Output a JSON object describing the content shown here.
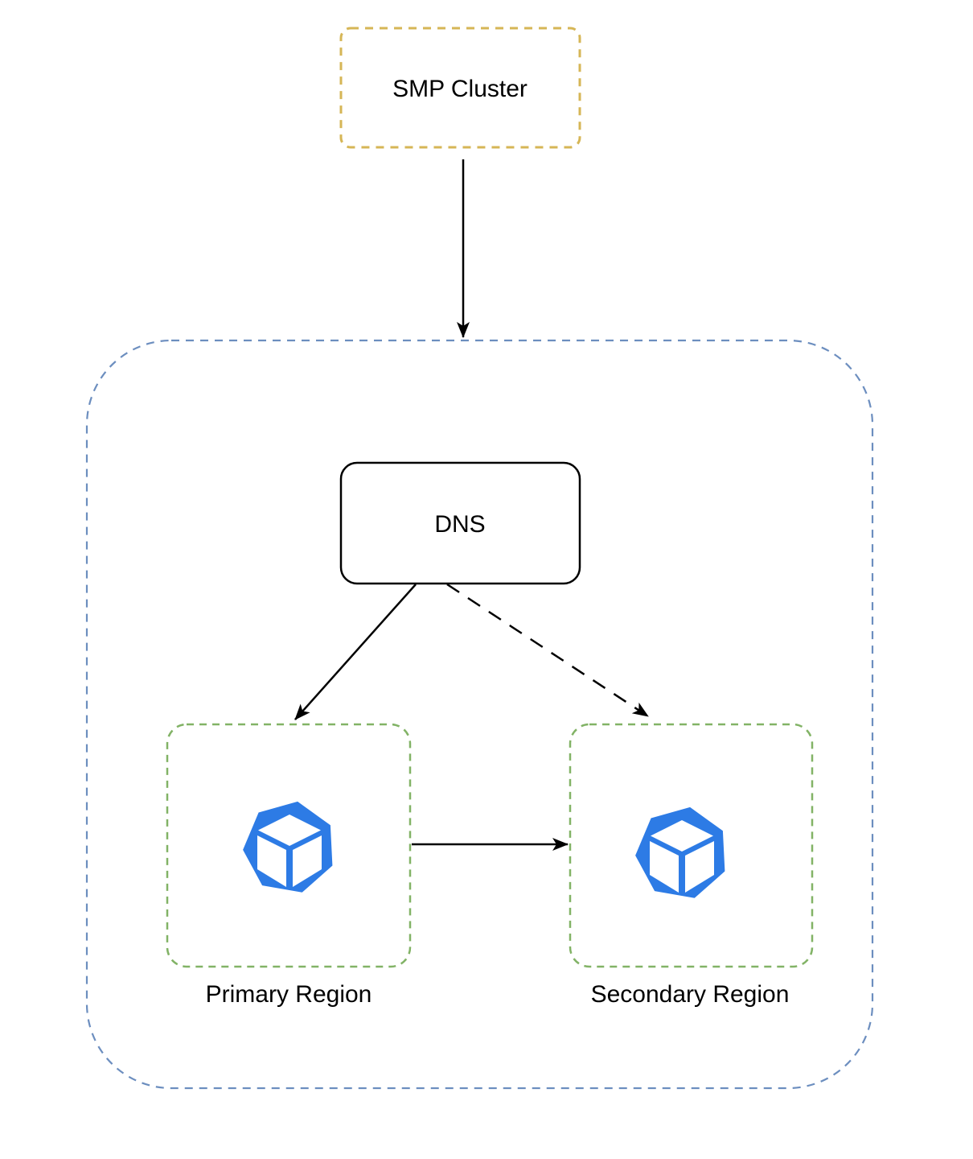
{
  "diagram": {
    "nodes": {
      "smp_cluster": {
        "label": "SMP Cluster",
        "border_color": "#D6B656",
        "border_style": "dashed",
        "fill": "#ffffff"
      },
      "region_container": {
        "border_color": "#6C8EBF",
        "border_style": "dashed",
        "fill": "none"
      },
      "dns": {
        "label": "DNS",
        "border_color": "#000000",
        "border_style": "solid",
        "fill": "#ffffff"
      },
      "primary_region": {
        "label": "Primary Region",
        "border_color": "#82B366",
        "border_style": "dashed",
        "icon": "thanos-cube-icon"
      },
      "secondary_region": {
        "label": "Secondary Region",
        "border_color": "#82B366",
        "border_style": "dashed",
        "icon": "thanos-cube-icon"
      }
    },
    "icon_color": "#2D7BE5",
    "icon_face_color": "#ffffff",
    "edge_color": "#000000",
    "edges": [
      {
        "from": "smp_cluster",
        "to": "region_container",
        "style": "solid"
      },
      {
        "from": "dns",
        "to": "primary_region",
        "style": "solid"
      },
      {
        "from": "dns",
        "to": "secondary_region",
        "style": "dashed"
      },
      {
        "from": "primary_region",
        "to": "secondary_region",
        "style": "solid"
      }
    ]
  }
}
